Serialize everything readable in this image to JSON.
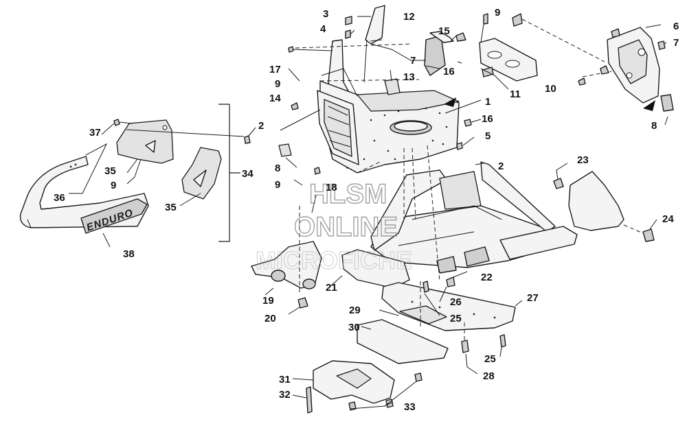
{
  "diagram": {
    "callouts": [
      {
        "id": "c1",
        "text": "1"
      },
      {
        "id": "c2a",
        "text": "2"
      },
      {
        "id": "c2b",
        "text": "2"
      },
      {
        "id": "c3",
        "text": "3"
      },
      {
        "id": "c4",
        "text": "4"
      },
      {
        "id": "c5",
        "text": "5"
      },
      {
        "id": "c6",
        "text": "6"
      },
      {
        "id": "c7a",
        "text": "7"
      },
      {
        "id": "c7b",
        "text": "7"
      },
      {
        "id": "c8a",
        "text": "8"
      },
      {
        "id": "c8b",
        "text": "8"
      },
      {
        "id": "c9a",
        "text": "9"
      },
      {
        "id": "c9b",
        "text": "9"
      },
      {
        "id": "c9c",
        "text": "9"
      },
      {
        "id": "c9d",
        "text": "9"
      },
      {
        "id": "c10",
        "text": "10"
      },
      {
        "id": "c11",
        "text": "11"
      },
      {
        "id": "c12",
        "text": "12"
      },
      {
        "id": "c13",
        "text": "13"
      },
      {
        "id": "c14",
        "text": "14"
      },
      {
        "id": "c15",
        "text": "15"
      },
      {
        "id": "c16a",
        "text": "16"
      },
      {
        "id": "c16b",
        "text": "16"
      },
      {
        "id": "c17",
        "text": "17"
      },
      {
        "id": "c18",
        "text": "18"
      },
      {
        "id": "c19",
        "text": "19"
      },
      {
        "id": "c20",
        "text": "20"
      },
      {
        "id": "c21",
        "text": "21"
      },
      {
        "id": "c22",
        "text": "22"
      },
      {
        "id": "c23",
        "text": "23"
      },
      {
        "id": "c24",
        "text": "24"
      },
      {
        "id": "c25a",
        "text": "25"
      },
      {
        "id": "c25b",
        "text": "25"
      },
      {
        "id": "c26",
        "text": "26"
      },
      {
        "id": "c27",
        "text": "27"
      },
      {
        "id": "c28",
        "text": "28"
      },
      {
        "id": "c29",
        "text": "29"
      },
      {
        "id": "c30",
        "text": "30"
      },
      {
        "id": "c31",
        "text": "31"
      },
      {
        "id": "c32",
        "text": "32"
      },
      {
        "id": "c33",
        "text": "33"
      },
      {
        "id": "c34",
        "text": "34"
      },
      {
        "id": "c35a",
        "text": "35"
      },
      {
        "id": "c35b",
        "text": "35"
      },
      {
        "id": "c36",
        "text": "36"
      },
      {
        "id": "c37",
        "text": "37"
      },
      {
        "id": "c38",
        "text": "38"
      }
    ],
    "bumper_decal_text": "ENDURO",
    "watermark": {
      "line1": "HLSM",
      "line2": "ONLINE",
      "line3": "MICROFICHE"
    }
  }
}
